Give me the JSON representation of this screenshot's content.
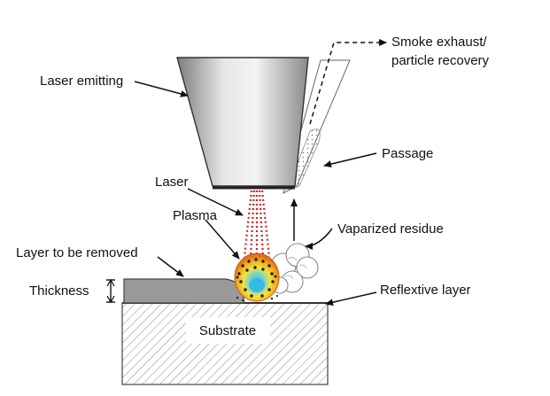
{
  "labels": {
    "laser_emitting": "Laser emitting",
    "smoke_exhaust_line1": "Smoke exhaust/",
    "smoke_exhaust_line2": "particle recovery",
    "passage": "Passage",
    "laser": "Laser",
    "plasma": "Plasma",
    "vaporized_residue": "Vaparized residue",
    "layer_to_be_removed": "Layer to be removed",
    "thickness": "Thickness",
    "reflective_layer": "Reflextive layer",
    "substrate": "Substrate"
  },
  "colors": {
    "nozzle_light": "#e2e2e2",
    "nozzle_dark": "#8a8a8a",
    "beam": "#cc2222",
    "plasma_outer": "#f2a11c",
    "plasma_mid": "#f6e23a",
    "plasma_core": "#2fb6ea",
    "line": "#111111",
    "hatch": "#999999"
  }
}
